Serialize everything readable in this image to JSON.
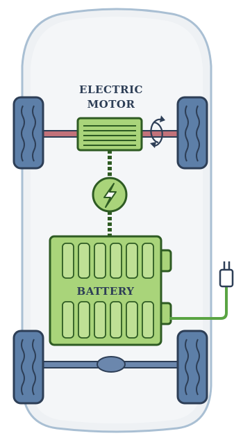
{
  "labels": {
    "motor_line1": "ELECTRIC",
    "motor_line2": "MOTOR",
    "battery": "BATTERY"
  },
  "icons": {
    "lightning": "lightning-bolt-icon",
    "rotation": "rotation-arrows-icon",
    "plug": "charging-plug-icon"
  },
  "colors": {
    "car_body": "#eef1f4",
    "car_outline": "#a9bfd3",
    "tire_fill": "#5d7fa8",
    "tire_outline": "#2d3e56",
    "green_fill": "#a9d47a",
    "green_dark": "#2e5b23",
    "cable_green": "#5aa443",
    "axle_red": "#c2727a",
    "axle_blue": "#6b87ad",
    "label_text": "#2d3e56"
  }
}
